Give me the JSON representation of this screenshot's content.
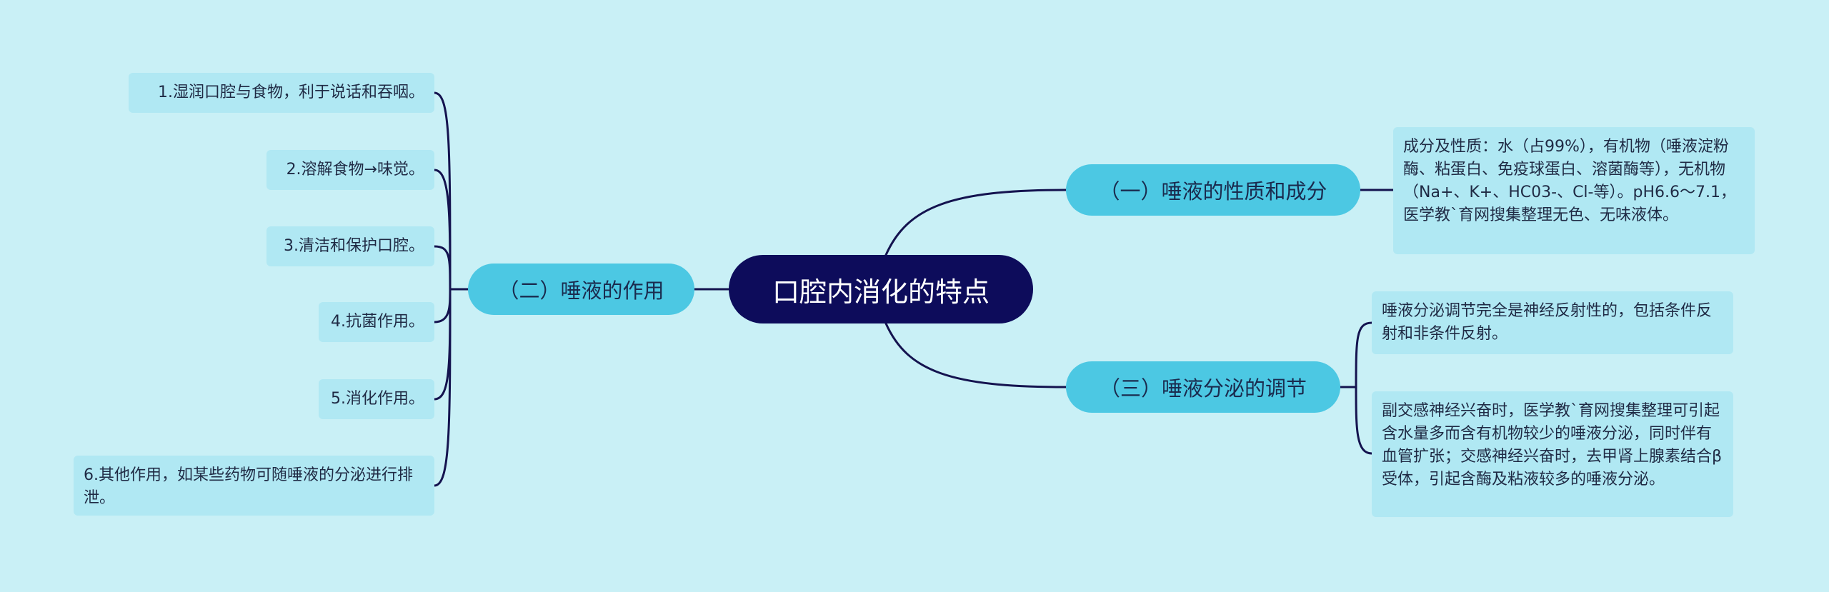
{
  "root": {
    "label": "口腔内消化的特点"
  },
  "branches": [
    {
      "label": "（一）唾液的性质和成分",
      "leaves": [
        "成分及性质：水（占99%），有机物（唾液淀粉酶、粘蛋白、免疫球蛋白、溶菌酶等），无机物（Na+、K+、HC03-、Cl-等）。pH6.6～7.1，医学教`育网搜集整理无色、无味液体。"
      ]
    },
    {
      "label": "（二）唾液的作用",
      "leaves": [
        "1.湿润口腔与食物，利于说话和吞咽。",
        "2.溶解食物→味觉。",
        "3.清洁和保护口腔。",
        "4.抗菌作用。",
        "5.消化作用。",
        "6.其他作用，如某些药物可随唾液的分泌进行排泄。"
      ]
    },
    {
      "label": "（三）唾液分泌的调节",
      "leaves": [
        "唾液分泌调节完全是神经反射性的，包括条件反射和非条件反射。",
        "副交感神经兴奋时，医学教`育网搜集整理可引起含水量多而含有机物较少的唾液分泌，同时伴有血管扩张；交感神经兴奋时，去甲肾上腺素结合β受体，引起含酶及粘液较多的唾液分泌。"
      ]
    }
  ],
  "colors": {
    "background": "#c9f0f6",
    "root_fill": "#0d0c5b",
    "branch_fill": "#4cc8e3",
    "leaf_fill": "#b0e8f3",
    "line": "#14134f"
  }
}
